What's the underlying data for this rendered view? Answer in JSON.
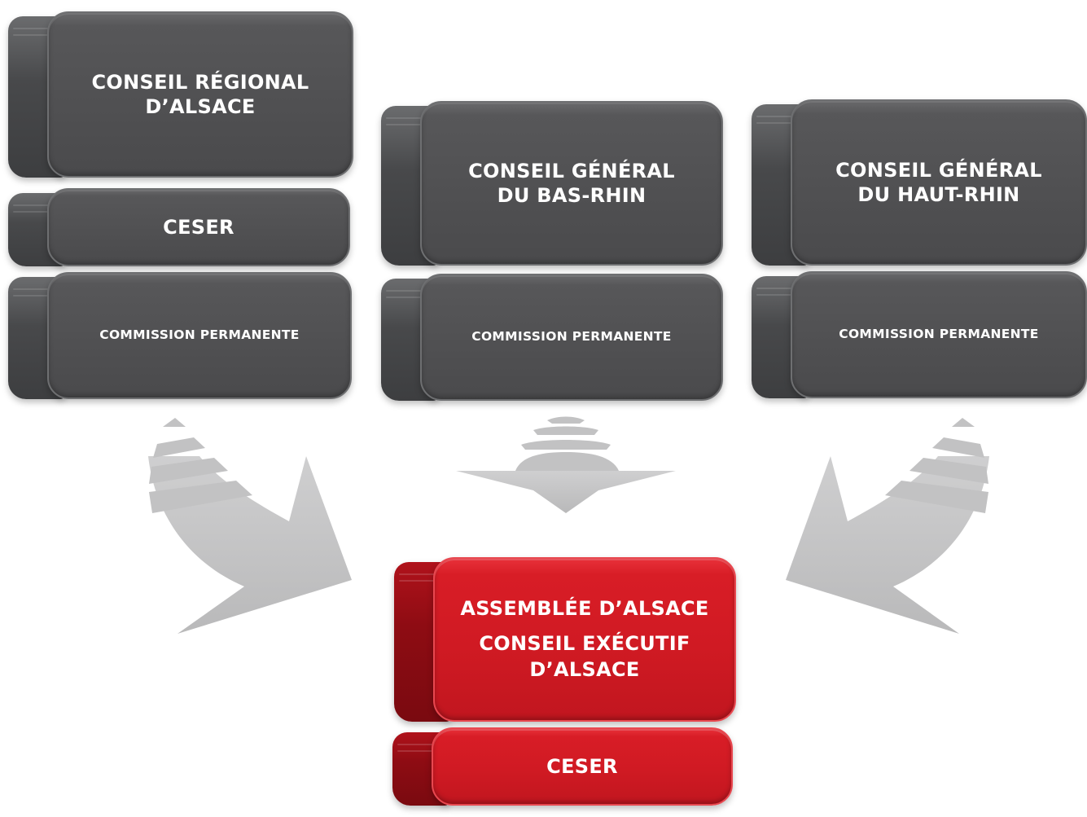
{
  "diagram": {
    "source_column_left": {
      "council": [
        "CONSEIL RÉGIONAL",
        "D’ALSACE"
      ],
      "ceser": "CESER",
      "commission": "COMMISSION PERMANENTE"
    },
    "source_column_middle": {
      "council": [
        "CONSEIL GÉNÉRAL",
        "DU BAS-RHIN"
      ],
      "commission": "COMMISSION PERMANENTE"
    },
    "source_column_right": {
      "council": [
        "CONSEIL GÉNÉRAL",
        "DU HAUT-RHIN"
      ],
      "commission": "COMMISSION PERMANENTE"
    },
    "target": {
      "assembly": "ASSEMBLÉE D’ALSACE",
      "executive": [
        "CONSEIL EXÉCUTIF",
        "D’ALSACE"
      ],
      "ceser": "CESER"
    },
    "colors": {
      "source_block": "#515153",
      "target_block": "#d01a23",
      "arrow": "#c2c2c3",
      "text": "#ffffff"
    }
  }
}
